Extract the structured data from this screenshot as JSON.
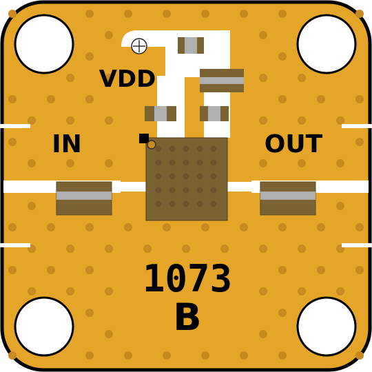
{
  "labels": {
    "vdd": "VDD",
    "input": "IN",
    "output": "OUT",
    "part_number": "1073",
    "revision": "B"
  },
  "colors": {
    "board": "#E5A529",
    "copper_trace": "#FFFFFF",
    "via": "#C88A1E",
    "component": "#7B6233",
    "component_metal": "#AFAFAF",
    "mounting_hole": "#FFFFFF",
    "outline": "#000000"
  }
}
